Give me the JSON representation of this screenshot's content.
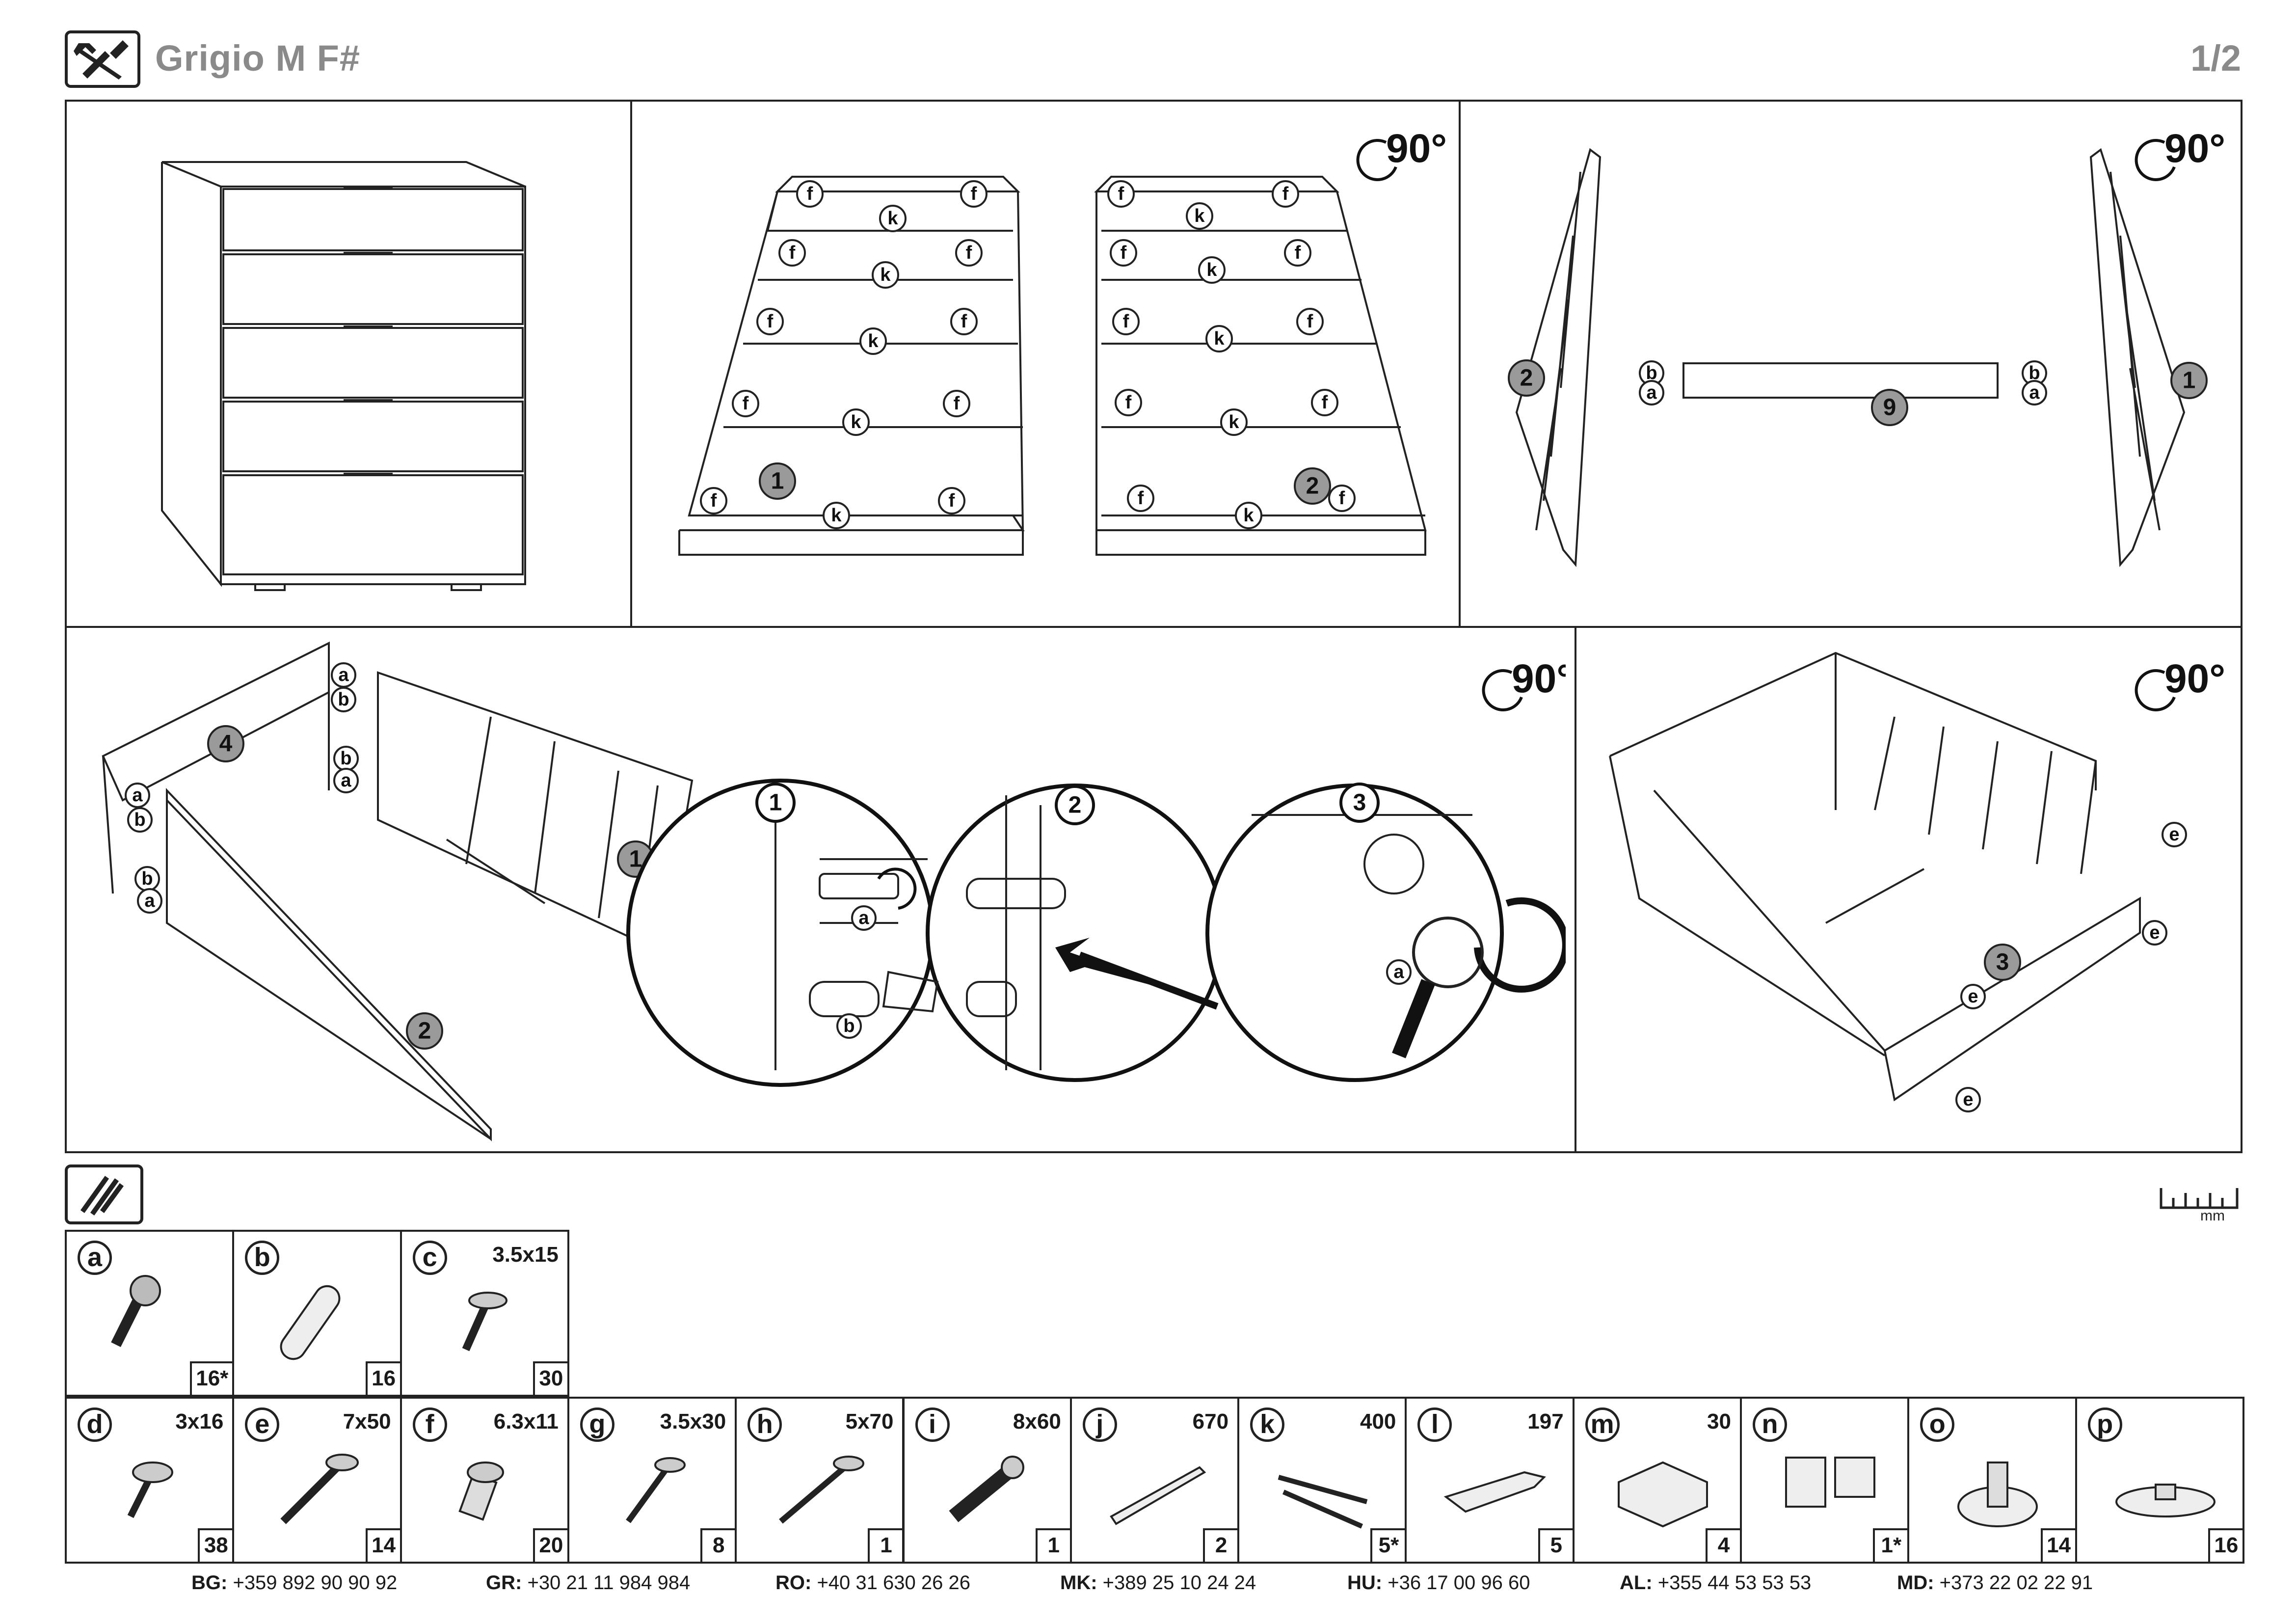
{
  "header": {
    "title": "Grigio M F#",
    "page": "1/2",
    "tools_icon": "wrench-screwdriver-icon"
  },
  "steps": {
    "rotate_label": "90°",
    "panel1": {
      "name": "finished-chest-of-drawers"
    },
    "panel2": {
      "boards": [
        "1",
        "2"
      ],
      "labels": [
        "f",
        "k"
      ]
    },
    "panel3": {
      "parts": [
        "1",
        "2",
        "9"
      ],
      "labels": [
        "a",
        "b"
      ]
    },
    "panel4": {
      "parts": [
        "1",
        "2",
        "4"
      ],
      "labels": [
        "a",
        "b"
      ],
      "detail_steps": [
        "1",
        "2",
        "3"
      ]
    },
    "panel5": {
      "parts": [
        "3"
      ],
      "labels": [
        "e"
      ]
    }
  },
  "hardware": {
    "icon": "screws-icon",
    "ruler_unit": "mm",
    "items_row1": [
      {
        "letter": "a",
        "size": "",
        "qty": "16*"
      },
      {
        "letter": "b",
        "size": "",
        "qty": "16"
      },
      {
        "letter": "c",
        "size": "3.5x15",
        "qty": "30"
      }
    ],
    "items_row2": [
      {
        "letter": "d",
        "size": "3x16",
        "qty": "38"
      },
      {
        "letter": "e",
        "size": "7x50",
        "qty": "14"
      },
      {
        "letter": "f",
        "size": "6.3x11",
        "qty": "20"
      },
      {
        "letter": "g",
        "size": "3.5x30",
        "qty": "8"
      },
      {
        "letter": "h",
        "size": "5x70",
        "qty": "1"
      },
      {
        "letter": "i",
        "size": "8x60",
        "qty": "1"
      },
      {
        "letter": "j",
        "size": "670",
        "qty": "2"
      },
      {
        "letter": "k",
        "size": "400",
        "qty": "5*"
      },
      {
        "letter": "l",
        "size": "197",
        "qty": "5"
      },
      {
        "letter": "m",
        "size": "30",
        "qty": "4"
      },
      {
        "letter": "n",
        "size": "",
        "qty": "1*"
      },
      {
        "letter": "o",
        "size": "",
        "qty": "14"
      },
      {
        "letter": "p",
        "size": "",
        "qty": "16"
      }
    ]
  },
  "phones": [
    {
      "code": "BG:",
      "number": "+359 892 90 90 92"
    },
    {
      "code": "GR:",
      "number": "+30 21 11 984 984"
    },
    {
      "code": "RO:",
      "number": "+40 31 630 26 26"
    },
    {
      "code": "MK:",
      "number": "+389 25 10 24 24"
    },
    {
      "code": "HU:",
      "number": "+36 17 00 96 60"
    },
    {
      "code": "AL:",
      "number": "+355 44 53 53 53"
    },
    {
      "code": "MD:",
      "number": "+373 22 02 22 91"
    }
  ]
}
